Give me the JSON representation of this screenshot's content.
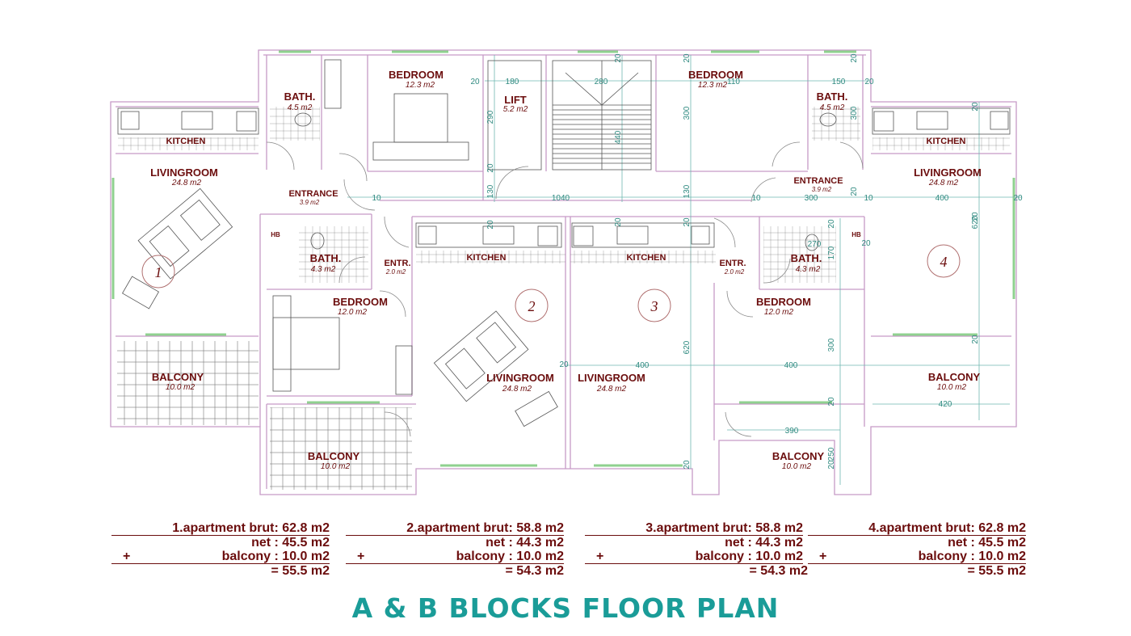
{
  "title": "A & B BLOCKS FLOOR PLAN",
  "rooms": {
    "bedroom_tl": {
      "name": "BEDROOM",
      "area": "12.3 m2"
    },
    "lift": {
      "name": "LIFT",
      "area": "5.2 m2"
    },
    "bedroom_tr": {
      "name": "BEDROOM",
      "area": "12.3 m2"
    },
    "bath_1": {
      "name": "BATH.",
      "area": "4.5 m2"
    },
    "bath_4": {
      "name": "BATH.",
      "area": "4.5 m2"
    },
    "kitchen_1": {
      "name": "KITCHEN"
    },
    "kitchen_4": {
      "name": "KITCHEN"
    },
    "living_1": {
      "name": "LIVINGROOM",
      "area": "24.8 m2"
    },
    "living_4": {
      "name": "LIVINGROOM",
      "area": "24.8 m2"
    },
    "entrance_1": {
      "name": "ENTRANCE",
      "area": "3.9 m2"
    },
    "entrance_4": {
      "name": "ENTRANCE",
      "area": "3.9 m2"
    },
    "bath_2": {
      "name": "BATH.",
      "area": "4.3 m2"
    },
    "bath_3": {
      "name": "BATH.",
      "area": "4.3 m2"
    },
    "entr_2": {
      "name": "ENTR.",
      "area": "2.0 m2"
    },
    "entr_3": {
      "name": "ENTR.",
      "area": "2.0 m2"
    },
    "kitchen_2": {
      "name": "KITCHEN"
    },
    "kitchen_3": {
      "name": "KITCHEN"
    },
    "bedroom_2": {
      "name": "BEDROOM",
      "area": "12.0 m2"
    },
    "bedroom_3": {
      "name": "BEDROOM",
      "area": "12.0 m2"
    },
    "living_2": {
      "name": "LIVINGROOM",
      "area": "24.8 m2"
    },
    "living_3": {
      "name": "LIVINGROOM",
      "area": "24.8 m2"
    },
    "balcony_1": {
      "name": "BALCONY",
      "area": "10.0 m2"
    },
    "balcony_2": {
      "name": "BALCONY",
      "area": "10.0 m2"
    },
    "balcony_3": {
      "name": "BALCONY",
      "area": "10.0 m2"
    },
    "balcony_4": {
      "name": "BALCONY",
      "area": "10.0 m2"
    },
    "hb_left": "HB",
    "hb_right": "HB"
  },
  "apartment_numbers": [
    "1",
    "2",
    "3",
    "4"
  ],
  "dimensions": {
    "d180": "180",
    "d280": "280",
    "d110": "110",
    "d150": "150",
    "d290": "290",
    "d440": "440",
    "d300a": "300",
    "d300b": "300",
    "d1040": "1040",
    "d10a": "10",
    "d10b": "10",
    "d10c": "10",
    "d300c": "300",
    "d400a": "400",
    "d620a": "620",
    "d620b": "620",
    "d400b": "400",
    "d400c": "400",
    "d270": "270",
    "d170": "170",
    "d300d": "300",
    "d420": "420",
    "d390": "390",
    "d250": "250",
    "d130a": "130",
    "d130b": "130",
    "d20a": "20",
    "d20b": "20",
    "d20c": "20",
    "d20d": "20",
    "d20e": "20",
    "d20f": "20",
    "d20g": "20",
    "d20h": "20",
    "d20i": "20",
    "d20j": "20",
    "d20k": "20",
    "d20l": "20",
    "d20m": "20",
    "d20n": "20",
    "d20o": "20",
    "d20p": "20",
    "d20q": "20",
    "d20r": "20",
    "d20s": "20",
    "d20t": "20"
  },
  "summaries": [
    {
      "brut": "1.apartment brut: 62.8 m2",
      "net": "net : 45.5 m2",
      "plus": "+",
      "balcony": "balcony : 10.0 m2",
      "total": "= 55.5 m2"
    },
    {
      "brut": "2.apartment brut: 58.8 m2",
      "net": "net : 44.3 m2",
      "plus": "+",
      "balcony": "balcony : 10.0 m2",
      "total": "= 54.3 m2"
    },
    {
      "brut": "3.apartment brut: 58.8 m2",
      "net": "net : 44.3 m2",
      "plus": "+",
      "balcony": "balcony : 10.0 m2",
      "total": "= 54.3 m2"
    },
    {
      "brut": "4.apartment brut: 62.8 m2",
      "net": "net : 45.5 m2",
      "plus": "+",
      "balcony": "balcony : 10.0 m2",
      "total": "= 55.5 m2"
    }
  ]
}
